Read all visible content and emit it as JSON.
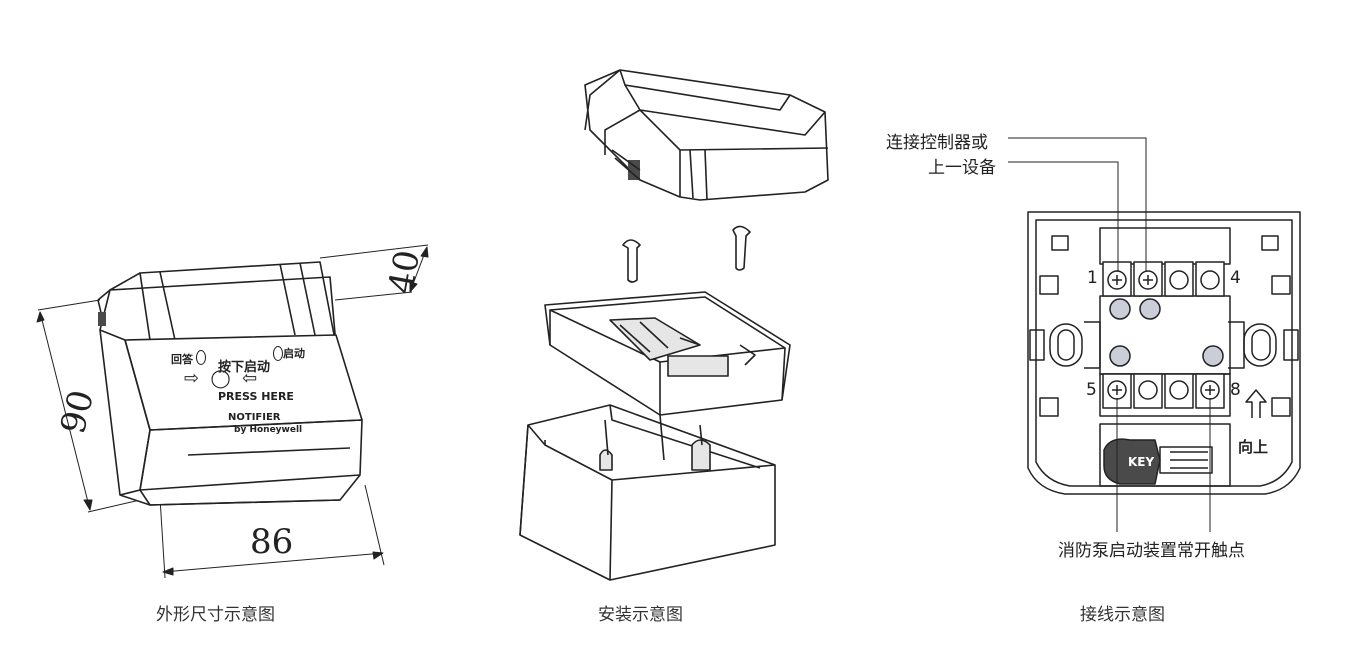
{
  "dimensions": {
    "depth": "40",
    "height": "90",
    "width": "86"
  },
  "device": {
    "reset_label": "回答",
    "press_label": "按下启动",
    "start_label": "启动",
    "press_here": "PRESS HERE",
    "brand": "NOTIFIER",
    "brand_sub": "by Honeywell"
  },
  "wiring": {
    "terminal_1": "1",
    "terminal_4": "4",
    "terminal_5": "5",
    "terminal_8": "8",
    "up_label": "向上",
    "key_label": "KEY",
    "callout_top_line1": "连接控制器或",
    "callout_top_line2": "上一设备",
    "callout_bottom": "消防泵启动装置常开触点"
  },
  "captions": {
    "outline": "外形尺寸示意图",
    "install": "安装示意图",
    "wiring": "接线示意图"
  },
  "colors": {
    "line": "#222222",
    "fill": "#ffffff",
    "shade": "#e6e6e6",
    "dark": "#4a4a4a"
  }
}
